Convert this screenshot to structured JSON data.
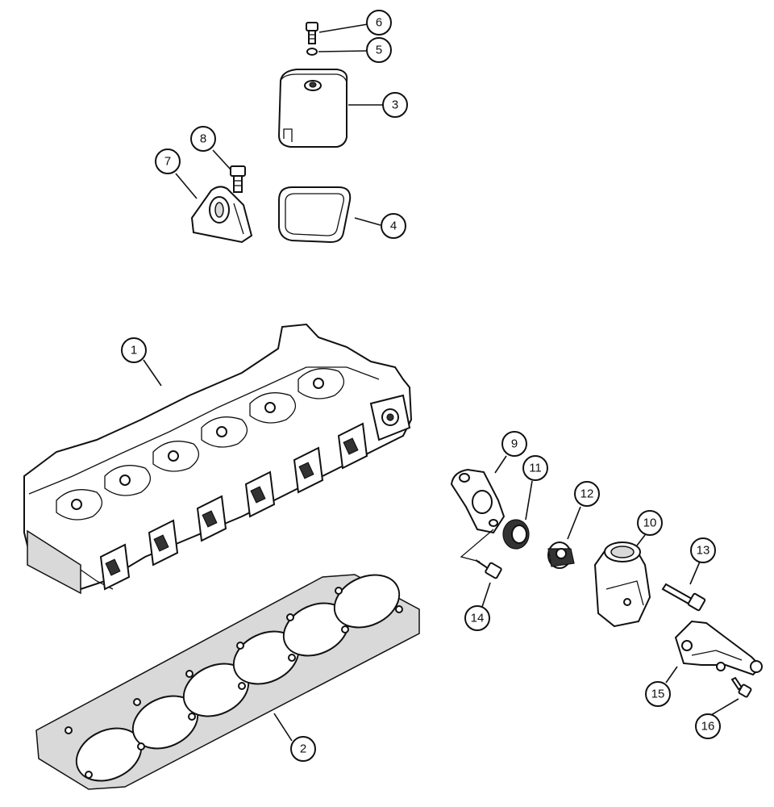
{
  "callouts": [
    {
      "id": "1",
      "part": "cylinder-head"
    },
    {
      "id": "2",
      "part": "head-gasket"
    },
    {
      "id": "3",
      "part": "cover"
    },
    {
      "id": "4",
      "part": "cover-gasket"
    },
    {
      "id": "5",
      "part": "washer"
    },
    {
      "id": "6",
      "part": "screw"
    },
    {
      "id": "7",
      "part": "lifting-bracket"
    },
    {
      "id": "8",
      "part": "bracket-bolt"
    },
    {
      "id": "9",
      "part": "thermostat-gasket"
    },
    {
      "id": "10",
      "part": "thermostat-housing"
    },
    {
      "id": "11",
      "part": "seal"
    },
    {
      "id": "12",
      "part": "thermostat"
    },
    {
      "id": "13",
      "part": "housing-bolt"
    },
    {
      "id": "14",
      "part": "gasket-bolt"
    },
    {
      "id": "15",
      "part": "housing-bracket"
    },
    {
      "id": "16",
      "part": "bracket-screw"
    }
  ],
  "colors": {
    "ink": "#111111",
    "paper": "#ffffff",
    "shade": "#d9d9d9"
  }
}
